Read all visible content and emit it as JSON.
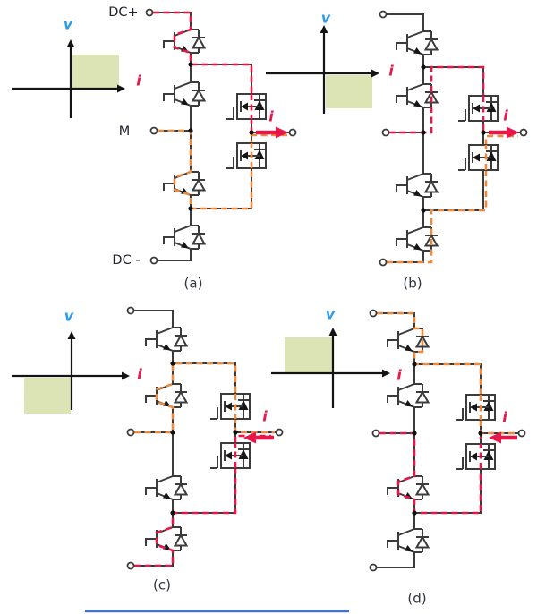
{
  "figure": {
    "type": "circuit-diagram",
    "description": "Four commutation states of a hybrid T-type multilevel converter leg with IGBT half-bridge stack and back-to-back MOSFET bidirectional switch, with shaded v-i operating quadrant per state",
    "terminal_labels": {
      "dc_plus": "DC+",
      "midpoint": "M",
      "dc_minus": "DC -"
    },
    "axis_labels": {
      "voltage": "v",
      "current": "i"
    },
    "output_current_label": "i",
    "panels": [
      {
        "id": "a",
        "caption": "(a)",
        "shaded_quadrant": "I",
        "output_current_direction": "out"
      },
      {
        "id": "b",
        "caption": "(b)",
        "shaded_quadrant": "IV",
        "output_current_direction": "out"
      },
      {
        "id": "c",
        "caption": "(c)",
        "shaded_quadrant": "III",
        "output_current_direction": "in"
      },
      {
        "id": "d",
        "caption": "(d)",
        "shaded_quadrant": "II",
        "output_current_direction": "in"
      }
    ],
    "colors": {
      "path_red": "#e8174a",
      "path_orange": "#ee8a3e",
      "quadrant_fill": "#dce3b4",
      "voltage_label_blue": "#2d9bea",
      "wire": "#3b3b3b",
      "caption_text": "#2d3340",
      "bottom_bar_blue": "#4472c4"
    }
  }
}
